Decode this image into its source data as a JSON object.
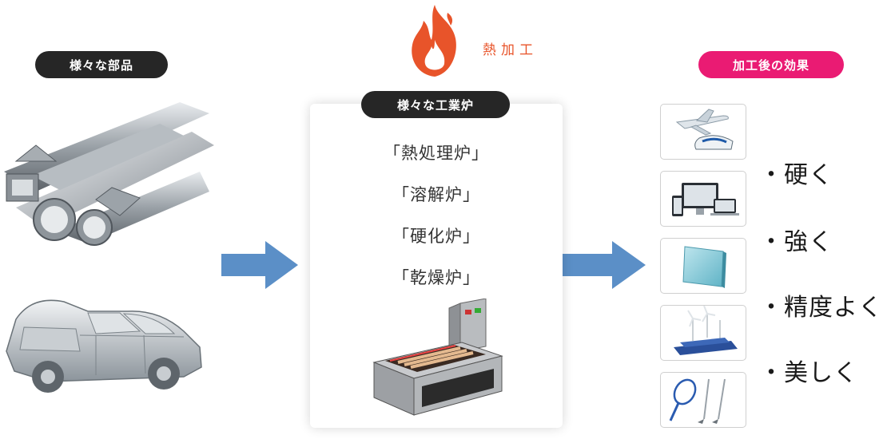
{
  "left": {
    "label": "様々な部品"
  },
  "center": {
    "label": "様々な工業炉",
    "heat_label": "熱加工",
    "furnaces": [
      "「熱処理炉」",
      "「溶解炉」",
      "「硬化炉」",
      "「乾燥炉」"
    ]
  },
  "right": {
    "label": "加工後の効果",
    "effects": [
      "・硬く",
      "・強く",
      "・精度よく",
      "・美しく"
    ]
  },
  "colors": {
    "arrow": "#5b8fc7",
    "flame": "#e8542a",
    "pill_dark": "#262626",
    "pill_pink": "#ea1b73"
  },
  "icons": [
    "flame-icon",
    "metal-pipes-image",
    "car-body-image",
    "furnace-machine-image",
    "airplane-train-icon",
    "devices-icon",
    "glass-panel-icon",
    "wind-solar-icon",
    "sports-gear-icon"
  ]
}
